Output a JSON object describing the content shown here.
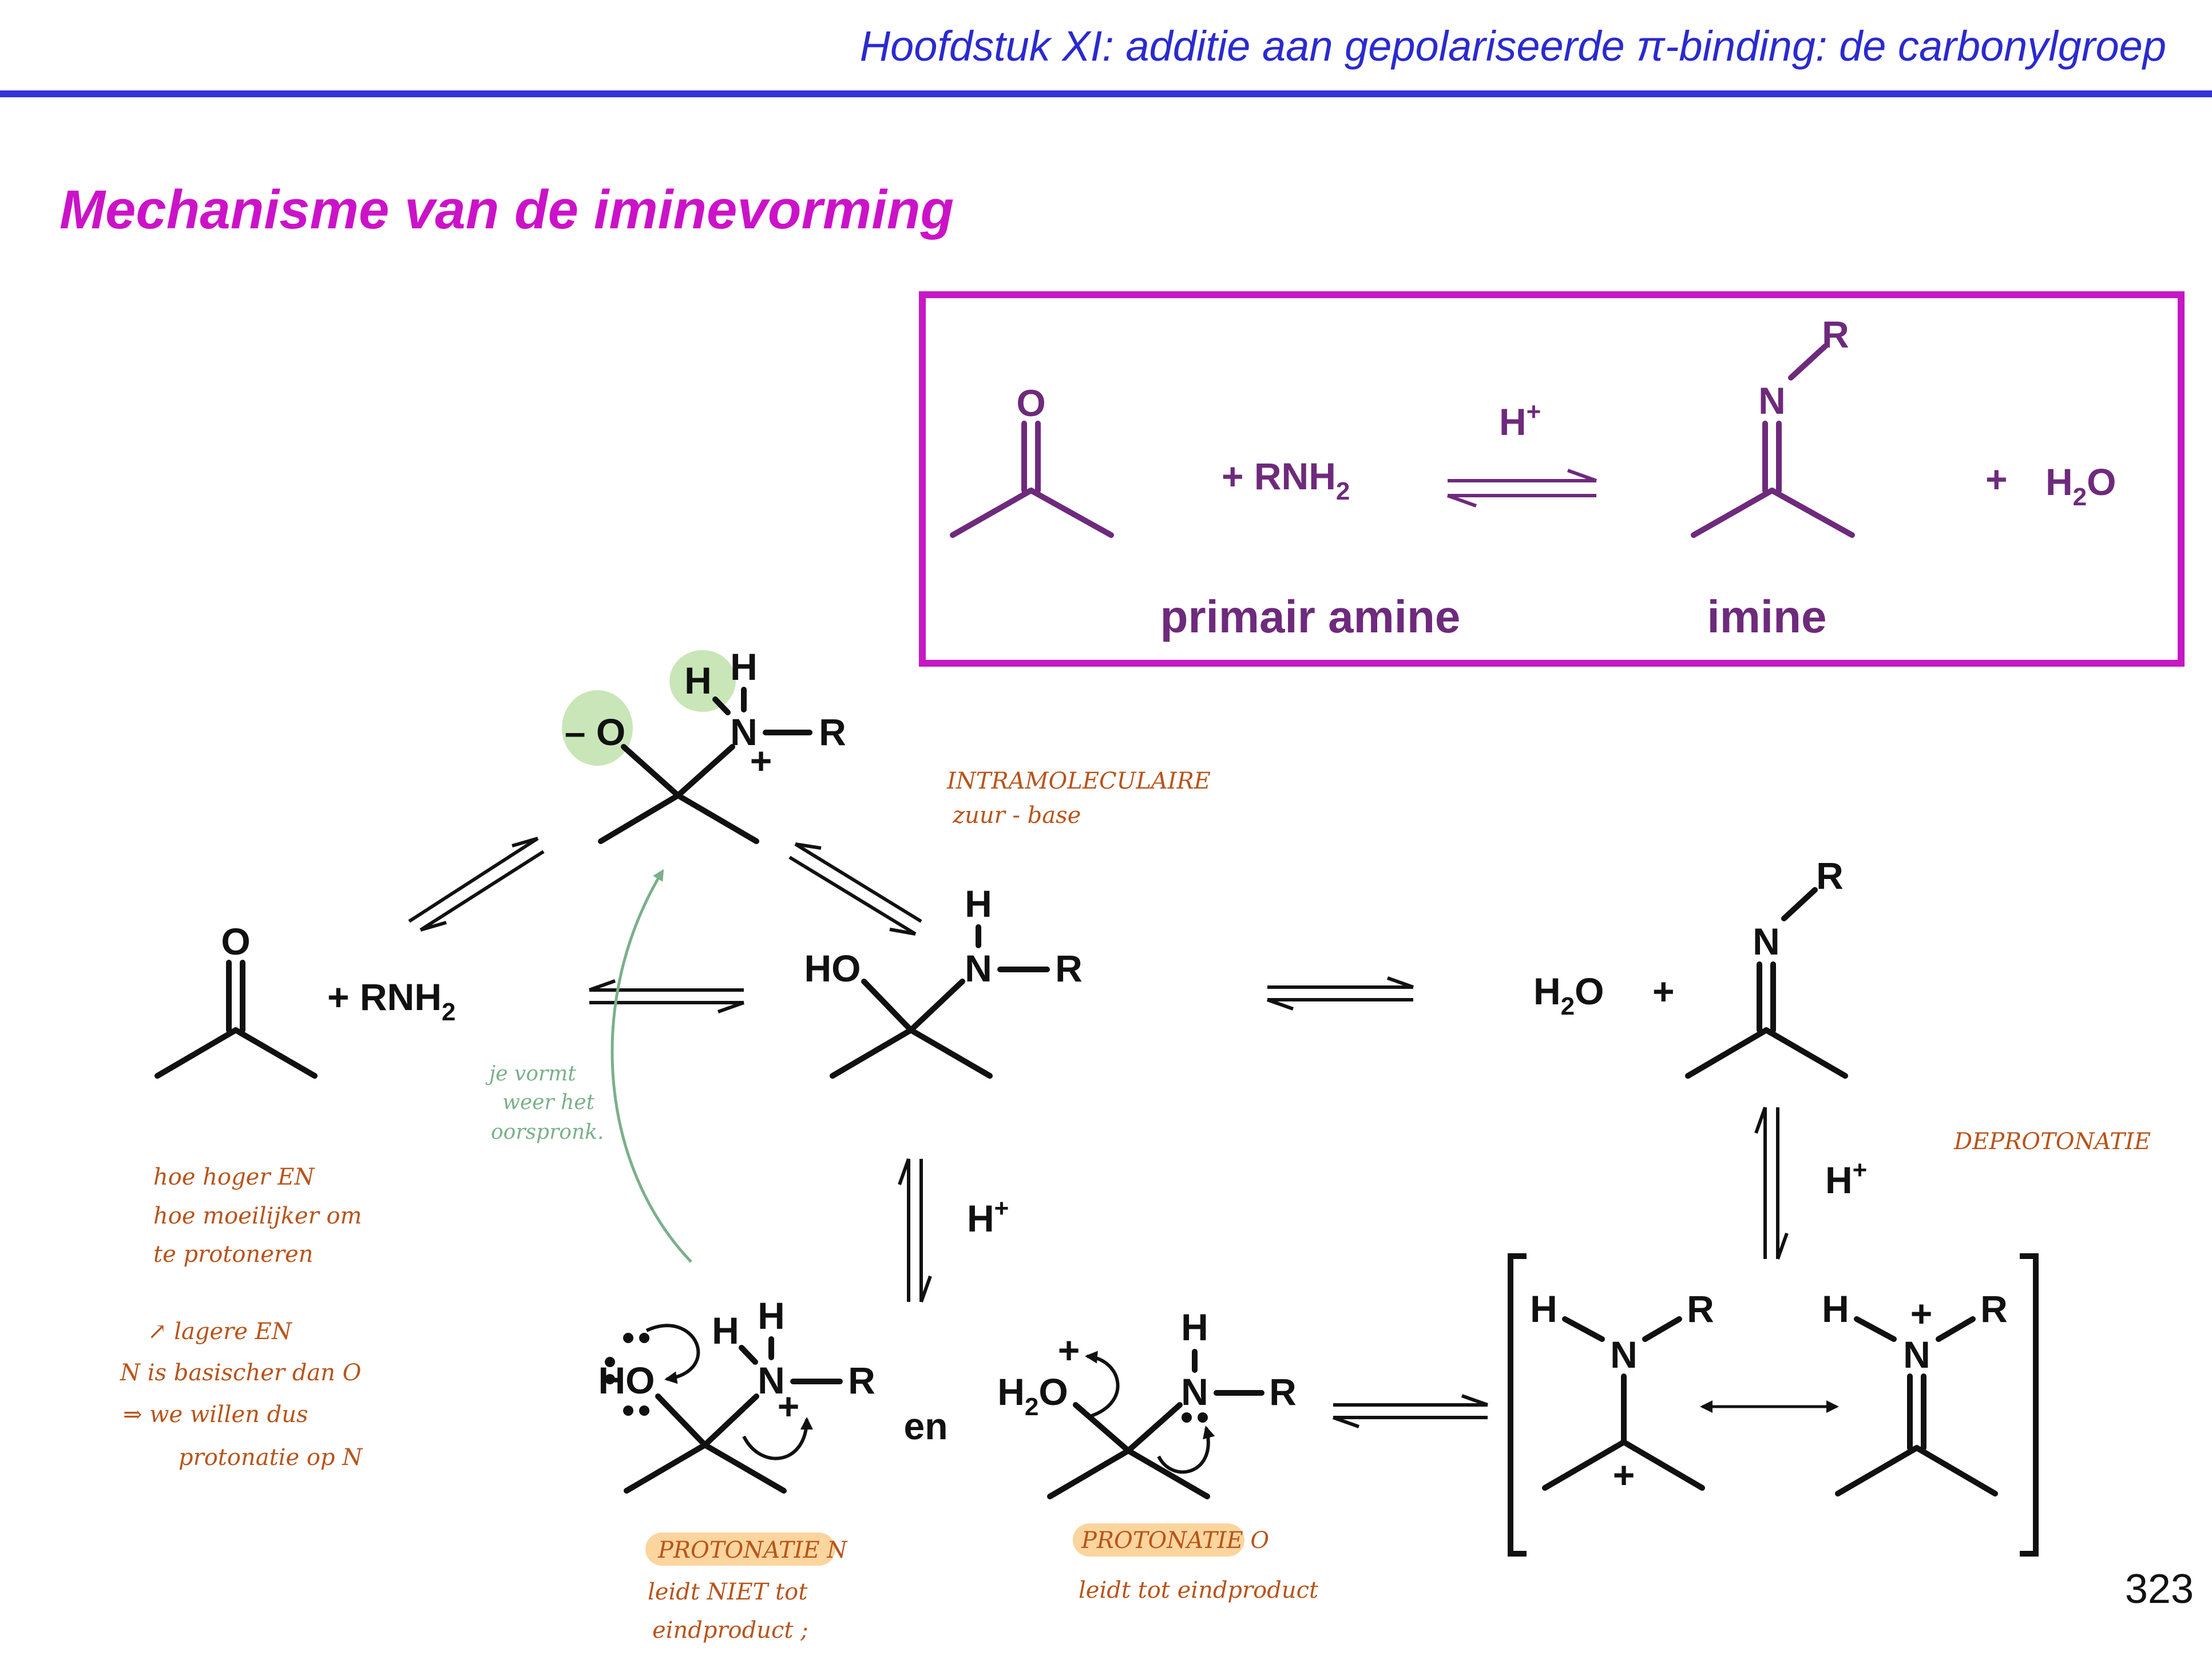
{
  "header": {
    "chapter": "Hoofdstuk XI: additie aan gepolariseerde π-binding: de carbonylgroep",
    "title": "Mechanisme van de iminevorming",
    "page_number": "323"
  },
  "colors": {
    "header_blue": "#2a2ad0",
    "title_magenta": "#cc12c8",
    "box_magenta": "#c618c4",
    "summary_purple": "#6e2a7c",
    "annotation_orange": "#b8541a",
    "annotation_green": "#7ab08a",
    "highlight_green": "#c9e6b8",
    "highlight_orange": "#fbd59e"
  },
  "summary_box": {
    "ketone_o": "O",
    "reagent": "+ RNH",
    "reagent_sub": "2",
    "catalyst": "H",
    "catalyst_sup": "+",
    "imine_n": "N",
    "imine_r": "R",
    "water_plus": "+",
    "water": "H",
    "water_sub": "2",
    "water_o": "O",
    "label_amine": "primair amine",
    "label_imine": "imine"
  },
  "mechanism": {
    "ketone_o": "O",
    "reagent": "+ RNH",
    "reagent_sub": "2",
    "zwitterion": {
      "o_minus": "– O",
      "h1": "H",
      "h2": "H",
      "n": "N",
      "r": "R",
      "plus": "+"
    },
    "carbinolamine": {
      "ho": "HO",
      "h": "H",
      "n": "N",
      "r": "R"
    },
    "product": {
      "water": "H",
      "water_sub": "2",
      "water_o": "O",
      "plus": "+",
      "n": "N",
      "r": "R"
    },
    "catalyst_1": "H",
    "catalyst_1_sup": "+",
    "catalyst_2": "H",
    "catalyst_2_sup": "+",
    "protonated_n": {
      "ho": "HO",
      "h1": "H",
      "h2": "H",
      "n": "N",
      "r": "R",
      "plus": "+"
    },
    "connector": "en",
    "protonated_o": {
      "h2o": "H",
      "h2o_sub": "2",
      "h2o_o": "O",
      "plus": "+",
      "h": "H",
      "n": "N",
      "r": "R"
    },
    "iminium_1": {
      "h": "H",
      "n": "N",
      "r": "R",
      "plus": "+"
    },
    "iminium_2": {
      "h": "H",
      "n": "N",
      "r": "R",
      "plus": "+"
    }
  },
  "annotations": {
    "intramolecular": [
      "INTRAMOLECULAIRE",
      "zuur - base"
    ],
    "deprotonation": "DEPROTONATIE",
    "reform": [
      "je vormt",
      "weer het",
      "oorspronk."
    ],
    "en_note": [
      "hoe hoger EN",
      "hoe moeilijker om",
      "te protoneren"
    ],
    "basic_note": [
      "↗ lagere EN",
      "N is basischer dan O",
      "⇒ we willen dus",
      "protonatie op N"
    ],
    "prot_n_tag": "PROTONATIE N",
    "prot_n_note": [
      "leidt NIET tot",
      "eindproduct ;"
    ],
    "prot_o_tag": "PROTONATIE O",
    "prot_o_note": "leidt tot eindproduct"
  }
}
